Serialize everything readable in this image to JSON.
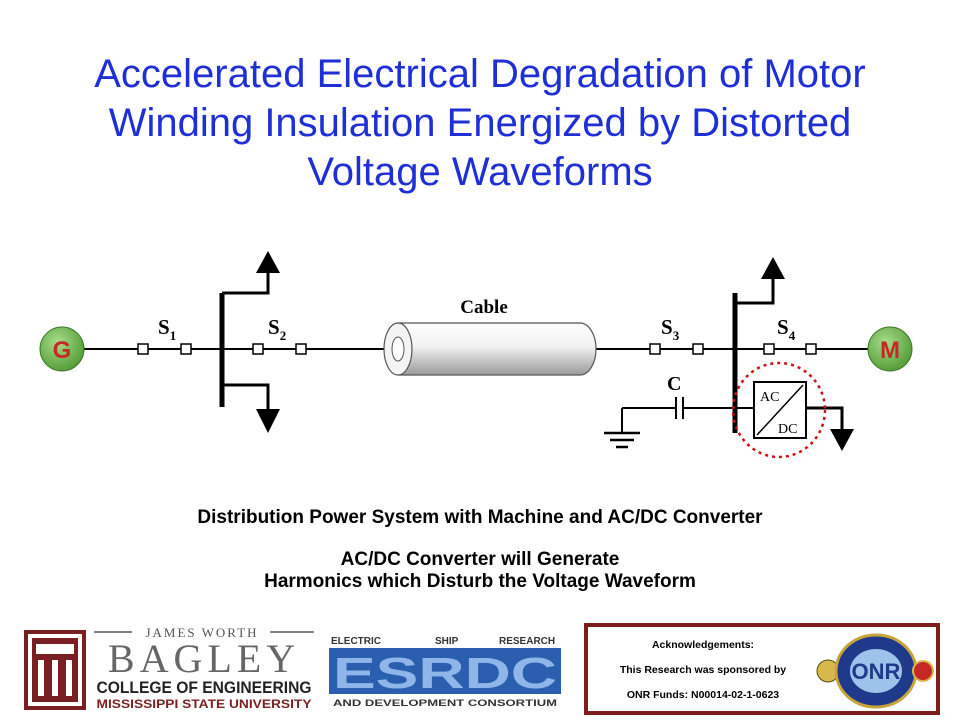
{
  "title": {
    "line1": "Accelerated Electrical Degradation of Motor",
    "line2": "Winding Insulation Energized by Distorted",
    "line3": "Voltage Waveforms"
  },
  "diagram": {
    "generator_label": "G",
    "motor_label": "M",
    "cable_label": "Cable",
    "switches": [
      {
        "letter": "S",
        "sub": "1"
      },
      {
        "letter": "S",
        "sub": "2"
      },
      {
        "letter": "S",
        "sub": "3"
      },
      {
        "letter": "S",
        "sub": "4"
      }
    ],
    "capacitor_label": "C",
    "converter": {
      "top": "AC",
      "bottom": "DC"
    },
    "colors": {
      "node_fill": "#6ab04c",
      "node_text": "#c62828",
      "highlight_circle": "#cc1111",
      "cable_fill": "#e8e8e8"
    }
  },
  "captions": {
    "main": "Distribution Power System with Machine and AC/DC Converter",
    "line1": "AC/DC Converter will Generate",
    "line2": "Harmonics which Disturb the Voltage Waveform"
  },
  "logos": {
    "bagley": {
      "top": "JAMES WORTH",
      "name": "BAGLEY",
      "college": "COLLEGE OF ENGINEERING",
      "university": "MISSISSIPPI STATE UNIVERSITY"
    },
    "esrdc": {
      "top_left": "ELECTRIC",
      "top_mid": "SHIP",
      "top_right": "RESEARCH",
      "name": "ESRDC",
      "bottom": "AND DEVELOPMENT CONSORTIUM"
    },
    "onr": {
      "text": "ONR"
    }
  },
  "acknowledgement": {
    "line1": "Acknowledgements:",
    "line2": "This Research was sponsored by",
    "line3": "ONR Funds: N00014-02-1-0623"
  }
}
